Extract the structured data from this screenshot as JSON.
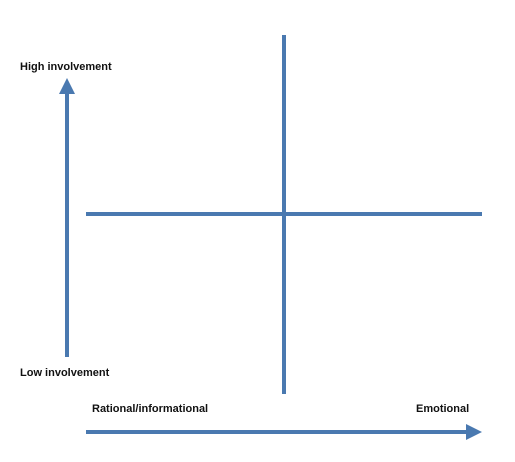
{
  "labels": {
    "y_high": "High involvement",
    "y_low": "Low involvement",
    "x_left": "Rational/informational",
    "x_right": "Emotional"
  },
  "colors": {
    "line": "#4a79b0",
    "text": "#111111",
    "background": "#ffffff"
  }
}
